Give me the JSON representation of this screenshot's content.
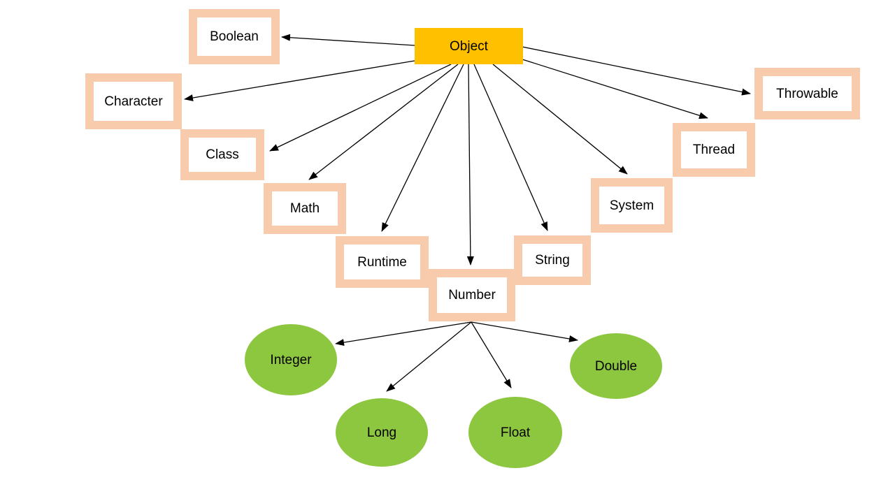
{
  "diagram": {
    "kind": "class-hierarchy",
    "root_label": "Object"
  },
  "nodes": {
    "object": {
      "label": "Object",
      "shape": "rect-filled"
    },
    "boolean": {
      "label": "Boolean",
      "shape": "rect-bordered"
    },
    "character": {
      "label": "Character",
      "shape": "rect-bordered"
    },
    "class": {
      "label": "Class",
      "shape": "rect-bordered"
    },
    "math": {
      "label": "Math",
      "shape": "rect-bordered"
    },
    "runtime": {
      "label": "Runtime",
      "shape": "rect-bordered"
    },
    "number": {
      "label": "Number",
      "shape": "rect-bordered"
    },
    "string": {
      "label": "String",
      "shape": "rect-bordered"
    },
    "system": {
      "label": "System",
      "shape": "rect-bordered"
    },
    "thread": {
      "label": "Thread",
      "shape": "rect-bordered"
    },
    "throwable": {
      "label": "Throwable",
      "shape": "rect-bordered"
    },
    "integer": {
      "label": "Integer",
      "shape": "ellipse"
    },
    "long": {
      "label": "Long",
      "shape": "ellipse"
    },
    "float": {
      "label": "Float",
      "shape": "ellipse"
    },
    "double": {
      "label": "Double",
      "shape": "ellipse"
    }
  },
  "edges": [
    {
      "from": "object",
      "to": "boolean"
    },
    {
      "from": "object",
      "to": "character"
    },
    {
      "from": "object",
      "to": "class"
    },
    {
      "from": "object",
      "to": "math"
    },
    {
      "from": "object",
      "to": "runtime"
    },
    {
      "from": "object",
      "to": "number"
    },
    {
      "from": "object",
      "to": "string"
    },
    {
      "from": "object",
      "to": "system"
    },
    {
      "from": "object",
      "to": "thread"
    },
    {
      "from": "object",
      "to": "throwable"
    },
    {
      "from": "number",
      "to": "integer"
    },
    {
      "from": "number",
      "to": "long"
    },
    {
      "from": "number",
      "to": "float"
    },
    {
      "from": "number",
      "to": "double"
    }
  ],
  "colors": {
    "root_fill": "#FFC000",
    "box_border": "#F8CBAD",
    "box_fill": "#FFFFFF",
    "ellipse_fill": "#8DC63F",
    "arrow": "#000000",
    "text": "#000000",
    "background": "#FFFFFF"
  }
}
